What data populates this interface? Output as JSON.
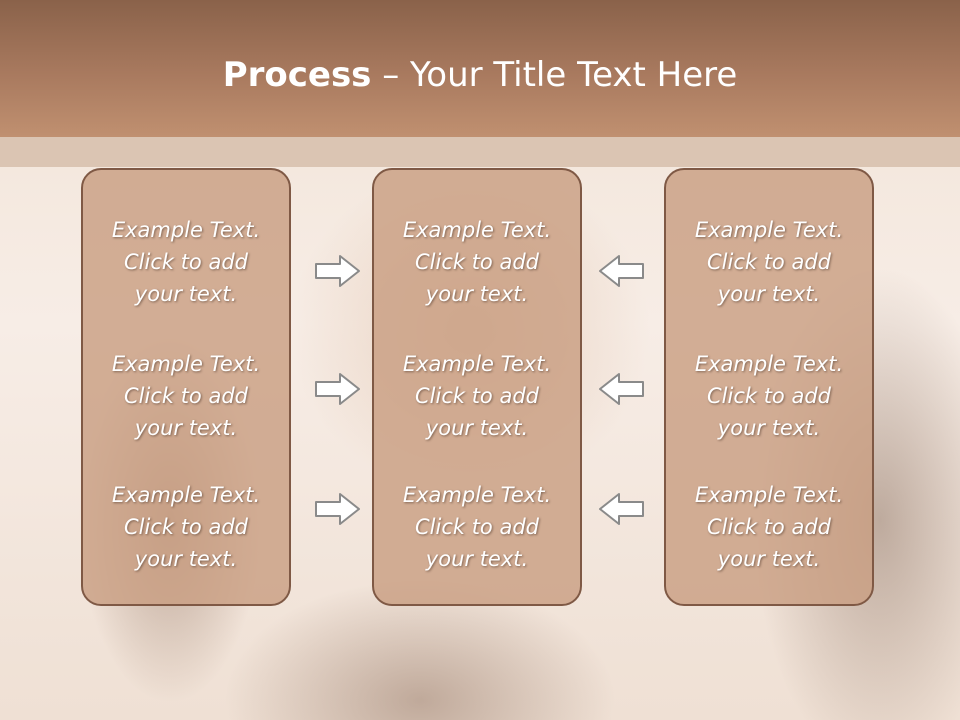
{
  "header": {
    "title_bold": "Process",
    "title_rest": " – Your Title Text Here"
  },
  "columns": [
    {
      "items": [
        {
          "line1": "Example Text.",
          "line2": "Click  to add",
          "line3": "your text."
        },
        {
          "line1": "Example Text.",
          "line2": "Click  to add",
          "line3": "your text."
        },
        {
          "line1": "Example Text.",
          "line2": "Click  to add",
          "line3": "your text."
        }
      ]
    },
    {
      "items": [
        {
          "line1": "Example Text.",
          "line2": "Click  to add",
          "line3": "your text."
        },
        {
          "line1": "Example Text.",
          "line2": "Click  to add",
          "line3": "your text."
        },
        {
          "line1": "Example Text.",
          "line2": "Click  to add",
          "line3": "your text."
        }
      ]
    },
    {
      "items": [
        {
          "line1": "Example Text.",
          "line2": "Click  to add",
          "line3": "your text."
        },
        {
          "line1": "Example Text.",
          "line2": "Click  to add",
          "line3": "your text."
        },
        {
          "line1": "Example Text.",
          "line2": "Click  to add",
          "line3": "your text."
        }
      ]
    }
  ],
  "arrows": {
    "left_group": "right-arrow-icon",
    "right_group": "left-arrow-icon"
  },
  "colors": {
    "header": "#a97a5f",
    "box_fill": "#c99f82",
    "box_border": "#7f5945",
    "text": "#ffffff"
  }
}
